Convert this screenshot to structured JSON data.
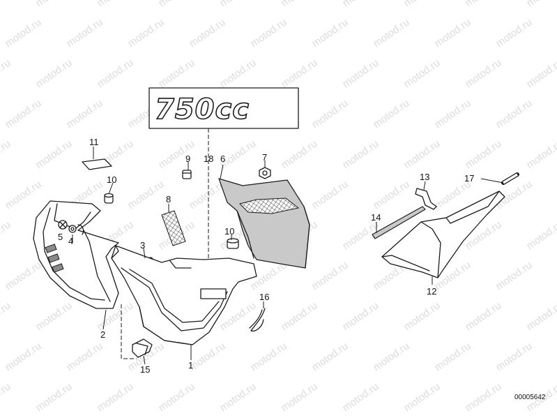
{
  "watermark_text": "motod.ru",
  "emblem_text": "750cc",
  "reference_number": "00005642",
  "callouts": [
    "1",
    "2",
    "3",
    "4",
    "5",
    "6",
    "7",
    "8",
    "9",
    "10",
    "10",
    "11",
    "12",
    "13",
    "14",
    "15",
    "16",
    "17",
    "18"
  ],
  "colors": {
    "line": "#1a1a1a",
    "shade": "#c9c9c9",
    "watermark": "#dcdcdc",
    "background": "#ffffff"
  }
}
